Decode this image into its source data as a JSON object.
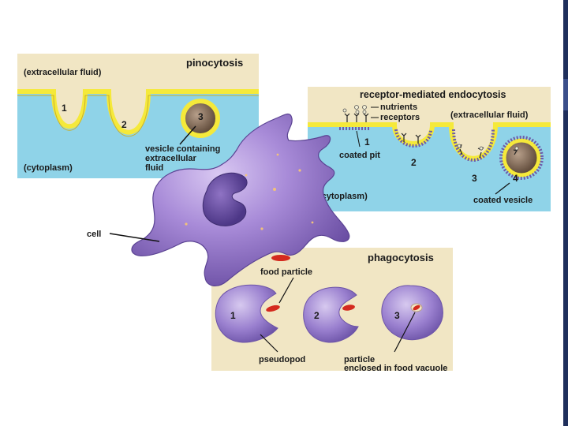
{
  "pinocytosis": {
    "title": "pinocytosis",
    "extracellular": "(extracellular fluid)",
    "cytoplasm": "(cytoplasm)",
    "step1": "1",
    "step2": "2",
    "step3": "3",
    "vesicle_line1": "vesicle containing",
    "vesicle_line2": "extracellular",
    "vesicle_line3": "fluid"
  },
  "receptor": {
    "title": "receptor-mediated endocytosis",
    "nutrients": "nutrients",
    "receptors": "receptors",
    "extracellular": "(extracellular fluid)",
    "coated_pit": "coated pit",
    "cytoplasm": "(cytoplasm)",
    "coated_vesicle": "coated vesicle",
    "step1": "1",
    "step2": "2",
    "step3": "3",
    "step4": "4"
  },
  "phagocytosis": {
    "title": "phagocytosis",
    "food_particle": "food particle",
    "pseudopod": "pseudopod",
    "particle_line1": "particle",
    "particle_line2": "enclosed in food vacuole",
    "step1": "1",
    "step2": "2",
    "step3": "3"
  },
  "cell_label": "cell",
  "colors": {
    "panel_tan": "#f1e6c4",
    "fluid_blue": "#8fd3e8",
    "membrane_yellow": "#f5e93a",
    "cell_purple": "#8e6fc4",
    "vesicle_brown": "#6b5442",
    "food_red": "#d42a1e",
    "coat_purple": "#6d5ba8"
  }
}
